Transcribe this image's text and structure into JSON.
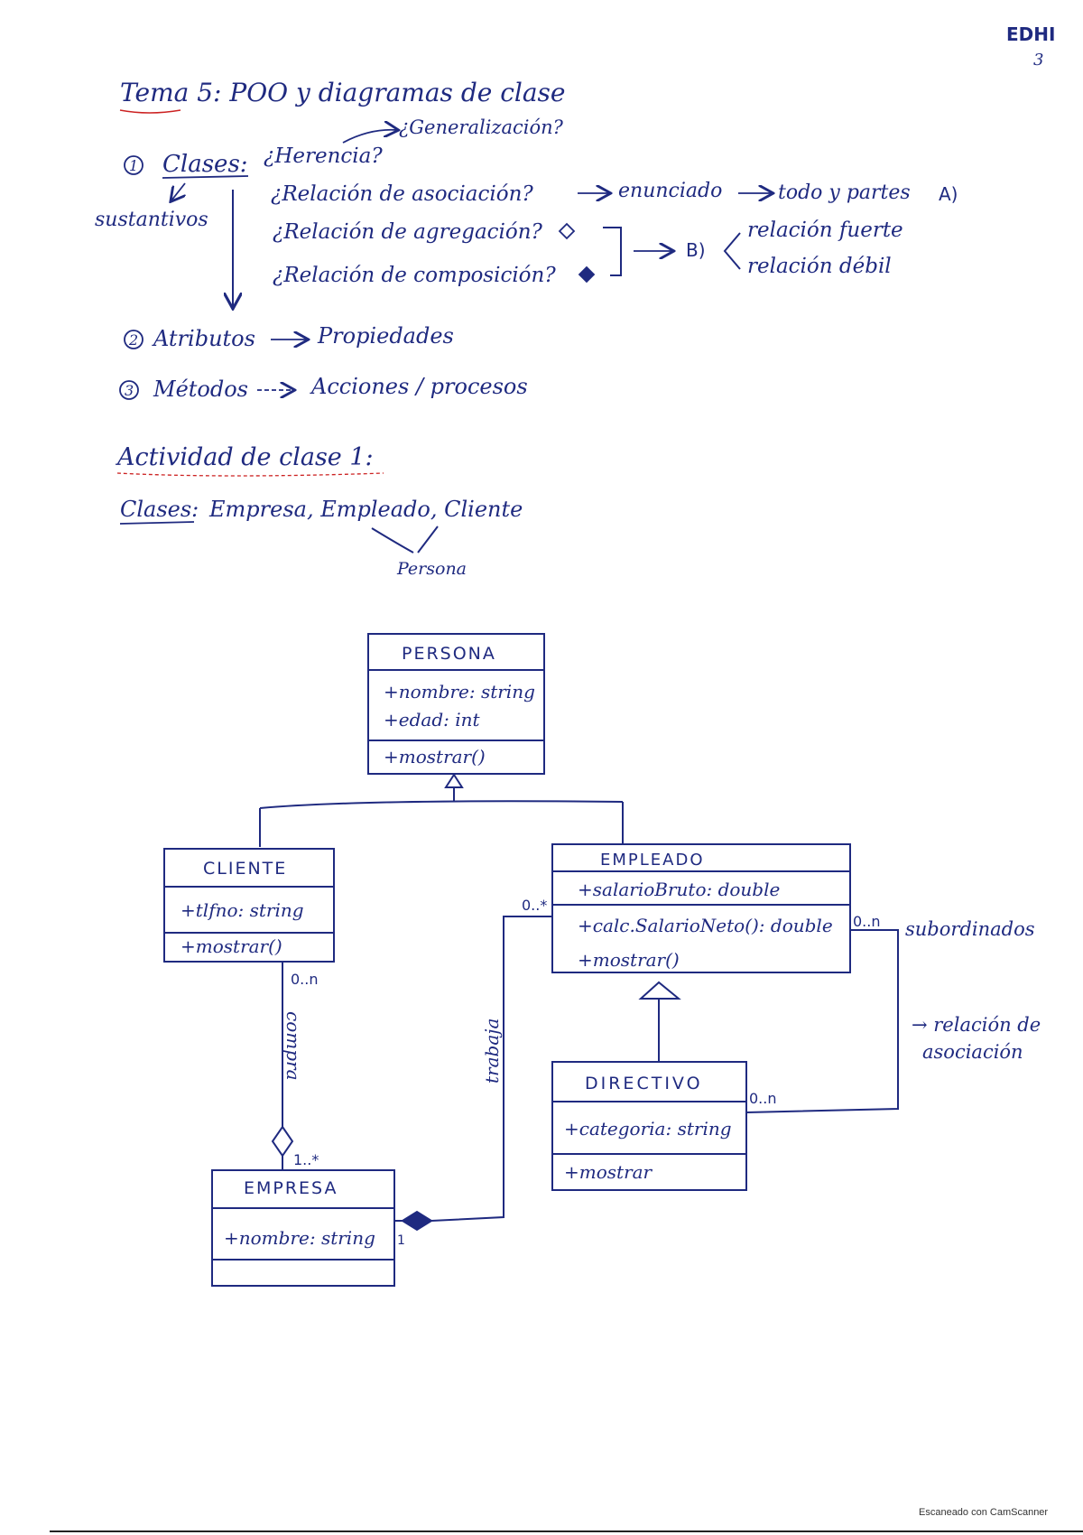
{
  "corner": {
    "code": "EDHI",
    "page": "3"
  },
  "title": "Tema 5: POO y diagramas de clase",
  "notes": {
    "generalizacion": "¿Generalización?",
    "clases": "Clases:",
    "herencia": "¿Herencia?",
    "sustantivos": "sustantivos",
    "asociacion": "¿Relación de asociación?",
    "enunciado": "enunciado",
    "todo_partes": "todo y partes",
    "label_a": "A)",
    "agregacion": "¿Relación de agregación?",
    "composicion": "¿Relación de composición?",
    "label_b": "B)",
    "rel_fuerte": "relación fuerte",
    "rel_debil": "relación débil",
    "atributos": "Atributos",
    "propiedades": "Propiedades",
    "metodos": "Métodos",
    "acciones": "Acciones / procesos",
    "num1": "1",
    "num2": "2",
    "num3": "3"
  },
  "activity": {
    "title": "Actividad de clase 1:",
    "clases_label": "Clases:",
    "clases_list": "Empresa, Empleado, Cliente",
    "persona": "Persona"
  },
  "uml": {
    "persona": {
      "name": "PERSONA",
      "attrs": [
        "+nombre: string",
        "+edad: int"
      ],
      "methods": [
        "+mostrar()"
      ]
    },
    "cliente": {
      "name": "CLIENTE",
      "attrs": [
        "+tlfno: string"
      ],
      "methods": [
        "+mostrar()"
      ]
    },
    "empleado": {
      "name": "EMPLEADO",
      "attrs": [
        "+salarioBruto: double"
      ],
      "methods": [
        "+calc.SalarioNeto(): double",
        "+mostrar()"
      ]
    },
    "directivo": {
      "name": "DIRECTIVO",
      "attrs": [
        "+categoria: string"
      ],
      "methods": [
        "+mostrar"
      ]
    },
    "empresa": {
      "name": "EMPRESA",
      "attrs": [
        "+nombre: string"
      ],
      "methods": []
    },
    "labels": {
      "compra": "compra",
      "trabaja": "trabaja",
      "subordinados": "subordinados",
      "rel_asoc_1": "→ relación de",
      "rel_asoc_2": "asociación",
      "mult_cliente": "0..n",
      "mult_empresa_cli": "1..*",
      "mult_empleado": "0..*",
      "mult_empresa_emp": "1",
      "mult_sub": "0..n",
      "mult_dir": "0..n"
    }
  },
  "footer": "Escaneado con CamScanner",
  "colors": {
    "ink": "#1f2a80",
    "underline": "#cc2222"
  }
}
